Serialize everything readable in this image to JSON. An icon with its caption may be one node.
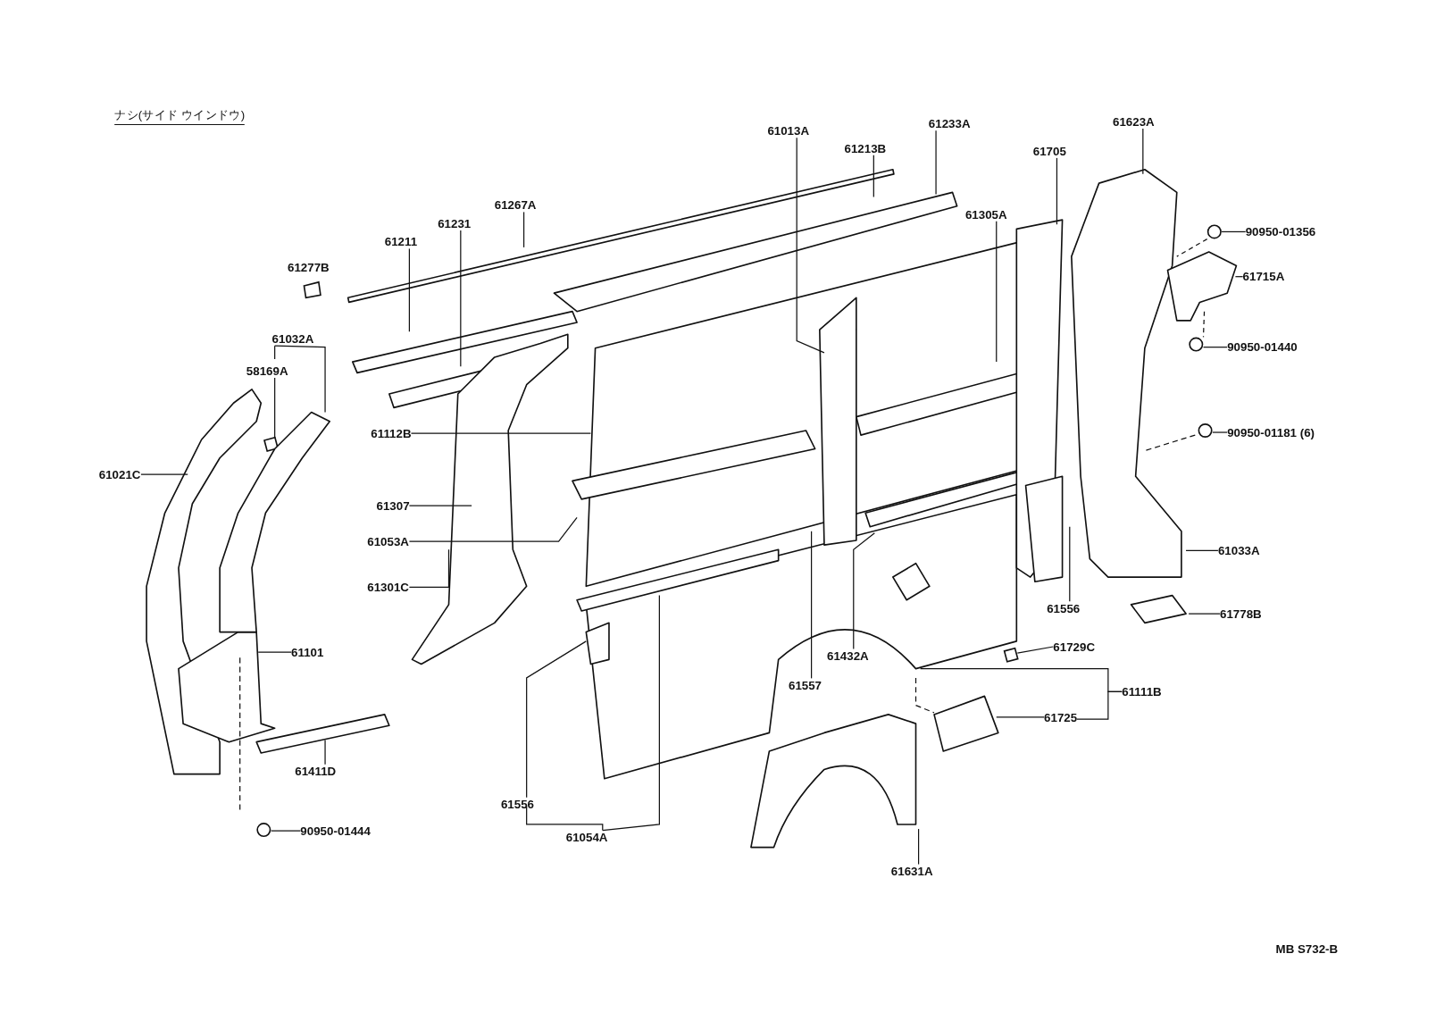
{
  "diagram": {
    "nodes": [
      {
        "text": [
          "61623A"
        ]
      },
      {
        "text": [
          "61233A"
        ]
      },
      {
        "text": [
          "61013A"
        ]
      },
      {
        "text": [
          "61213B"
        ]
      },
      {
        "text": [
          "61705"
        ]
      },
      {
        "text": [
          "61267A"
        ]
      },
      {
        "text": [
          "61305A"
        ]
      },
      {
        "text": [
          "61231"
        ]
      },
      {
        "text": [
          "90950-01356"
        ]
      },
      {
        "text": [
          "61211"
        ]
      },
      {
        "text": [
          "61277B"
        ]
      },
      {
        "text": [
          "61715A"
        ]
      },
      {
        "text": [
          "61032A"
        ]
      },
      {
        "text": [
          "90950-01440"
        ]
      },
      {
        "text": [
          "58169A"
        ]
      },
      {
        "text": [
          "61112B"
        ]
      },
      {
        "text": [
          "90950-01181 (6)"
        ]
      },
      {
        "text": [
          "61021C"
        ]
      },
      {
        "text": [
          "61307"
        ]
      },
      {
        "text": [
          "61053A"
        ]
      },
      {
        "text": [
          "61033A"
        ]
      },
      {
        "text": [
          "61301C"
        ]
      },
      {
        "text": [
          "61556"
        ]
      },
      {
        "text": [
          "61778B"
        ]
      },
      {
        "text": [
          "61729C"
        ]
      },
      {
        "text": [
          "61101"
        ]
      },
      {
        "text": [
          "61432A"
        ]
      },
      {
        "text": [
          "61557"
        ]
      },
      {
        "text": [
          "61111B"
        ]
      },
      {
        "text": [
          "61725"
        ]
      },
      {
        "text": [
          "61411D"
        ]
      },
      {
        "text": [
          "61556"
        ]
      },
      {
        "text": [
          "90950-01444"
        ]
      },
      {
        "text": [
          "61054A"
        ]
      },
      {
        "text": [
          "61631A"
        ]
      },
      {
        "text": [],
        "shape": "circle"
      },
      {
        "text": [],
        "shape": "circle"
      },
      {
        "text": [],
        "shape": "circle"
      },
      {
        "text": [],
        "shape": "circle"
      },
      {
        "text": [],
        "shape": "box"
      },
      {
        "text": [],
        "shape": "box"
      },
      {
        "text": [],
        "shape": "picture"
      },
      {
        "text": [],
        "shape": "picture"
      }
    ],
    "edges": [
      {
        "from": 0,
        "to": null,
        "arrow": "none"
      },
      {
        "from": 1,
        "to": null,
        "arrow": "none"
      },
      {
        "from": 2,
        "to": null,
        "arrow": "none"
      },
      {
        "from": 3,
        "to": null,
        "arrow": "none"
      },
      {
        "from": 4,
        "to": null,
        "arrow": "none"
      },
      {
        "from": 5,
        "to": null,
        "arrow": "none"
      },
      {
        "from": 6,
        "to": null,
        "arrow": "none"
      },
      {
        "from": 7,
        "to": null,
        "arrow": "none"
      },
      {
        "from": 8,
        "to": 35,
        "arrow": "none"
      },
      {
        "from": 9,
        "to": null,
        "arrow": "none"
      },
      {
        "from": 12,
        "to": 41,
        "arrow": "none"
      },
      {
        "from": 12,
        "to": null,
        "arrow": "none"
      },
      {
        "from": 14,
        "to": 40,
        "arrow": "none"
      },
      {
        "from": 11,
        "to": 42,
        "arrow": "none"
      },
      {
        "from": 13,
        "to": 36,
        "arrow": "none"
      },
      {
        "from": 15,
        "to": null,
        "arrow": "none"
      },
      {
        "from": 16,
        "to": 37,
        "arrow": "none"
      },
      {
        "from": 17,
        "to": null,
        "arrow": "none"
      },
      {
        "from": 18,
        "to": null,
        "arrow": "none"
      },
      {
        "from": 19,
        "to": null,
        "arrow": "none"
      },
      {
        "from": 20,
        "to": null,
        "arrow": "none"
      },
      {
        "from": 21,
        "to": null,
        "arrow": "none"
      },
      {
        "from": 22,
        "to": null,
        "arrow": "none"
      },
      {
        "from": 23,
        "to": null,
        "arrow": "none"
      },
      {
        "from": 24,
        "to": 39,
        "arrow": "none"
      },
      {
        "from": 25,
        "to": null,
        "arrow": "none"
      },
      {
        "from": 26,
        "to": null,
        "arrow": "none"
      },
      {
        "from": 27,
        "to": null,
        "arrow": "none"
      },
      {
        "from": 28,
        "to": null,
        "arrow": "none"
      },
      {
        "from": 28,
        "to": 29,
        "arrow": "none"
      },
      {
        "from": 29,
        "to": null,
        "arrow": "none"
      },
      {
        "from": 30,
        "to": null,
        "arrow": "none"
      },
      {
        "from": 31,
        "to": null,
        "arrow": "none"
      },
      {
        "from": 32,
        "to": 38,
        "arrow": "none"
      },
      {
        "from": 33,
        "to": 31,
        "arrow": "none"
      },
      {
        "from": 33,
        "to": null,
        "arrow": "none"
      },
      {
        "from": 34,
        "to": null,
        "arrow": "none"
      },
      {
        "from": 35,
        "to": 42,
        "arrow": "none",
        "style": "dashed"
      },
      {
        "from": 42,
        "to": 36,
        "arrow": "none",
        "style": "dashed"
      }
    ],
    "labels": [
      "ナシ(サイド ウインドウ)",
      "MB S732-B"
    ]
  }
}
